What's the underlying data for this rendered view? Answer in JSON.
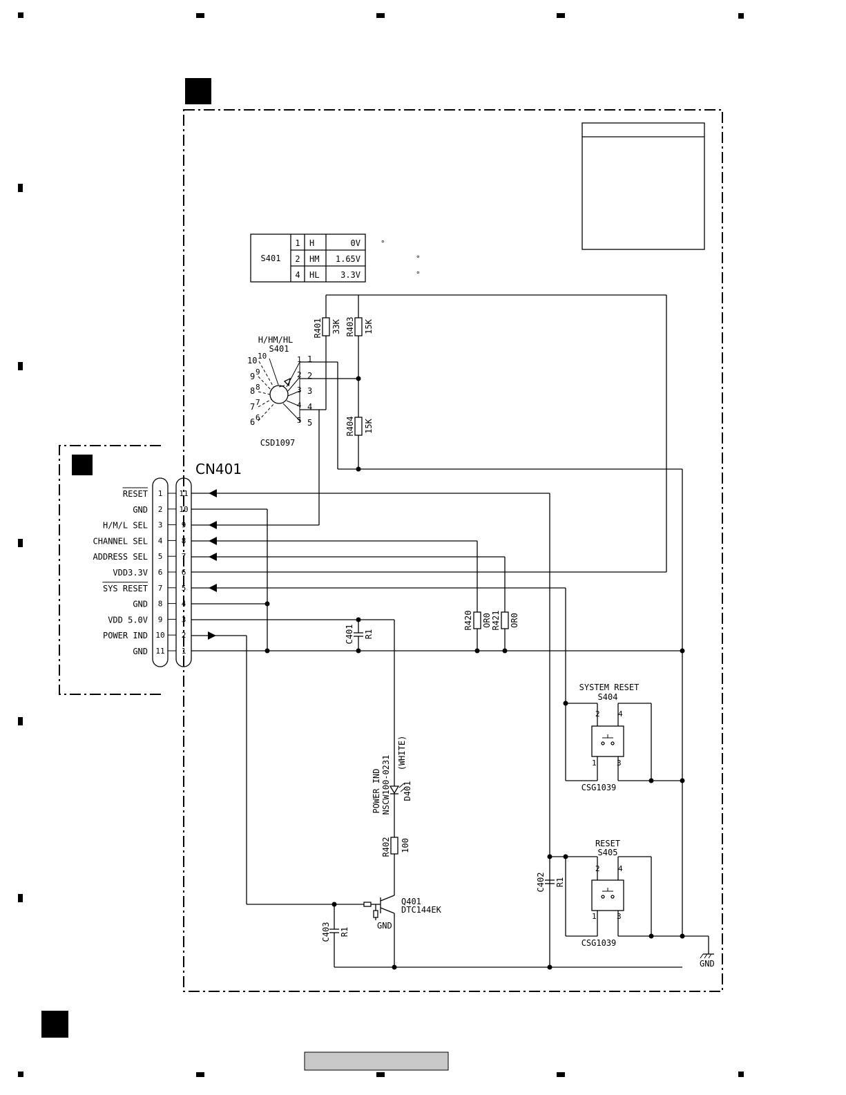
{
  "connector": {
    "name": "CN401",
    "pins": [
      {
        "left": "1",
        "right": "11",
        "label": "RESET",
        "overline": true
      },
      {
        "left": "2",
        "right": "10",
        "label": "GND",
        "overline": false
      },
      {
        "left": "3",
        "right": "9",
        "label": "H/M/L SEL",
        "overline": false
      },
      {
        "left": "4",
        "right": "8",
        "label": "CHANNEL SEL",
        "overline": false
      },
      {
        "left": "5",
        "right": "7",
        "label": "ADDRESS SEL",
        "overline": false
      },
      {
        "left": "6",
        "right": "6",
        "label": "VDD3.3V",
        "overline": false
      },
      {
        "left": "7",
        "right": "5",
        "label": "SYS RESET",
        "overline": true
      },
      {
        "left": "8",
        "right": "4",
        "label": "GND",
        "overline": false
      },
      {
        "left": "9",
        "right": "3",
        "label": "VDD 5.0V",
        "overline": false
      },
      {
        "left": "10",
        "right": "2",
        "label": "POWER IND",
        "overline": false
      },
      {
        "left": "11",
        "right": "1",
        "label": "GND",
        "overline": false
      }
    ]
  },
  "switch_table": {
    "name": "S401",
    "rows": [
      {
        "pos": "1",
        "mode": "H",
        "volt": "0V"
      },
      {
        "pos": "2",
        "mode": "HM",
        "volt": "1.65V"
      },
      {
        "pos": "4",
        "mode": "HL",
        "volt": "3.3V"
      }
    ],
    "marks": [
      "°",
      "°",
      "°"
    ]
  },
  "rotary_switch": {
    "title": "H/HM/HL",
    "ref": "S401",
    "part": "CSD1097",
    "left_pins": [
      "10",
      "9",
      "8",
      "7",
      "6"
    ],
    "left_pins_inner": [
      "10",
      "9",
      "8",
      "7",
      "6"
    ],
    "right_pins_inner": [
      "1",
      "2",
      "3",
      "4",
      "5"
    ],
    "right_pins": [
      "1",
      "2",
      "3",
      "4",
      "5"
    ]
  },
  "resistors": {
    "r401": {
      "ref": "R401",
      "value": "33K"
    },
    "r403": {
      "ref": "R403",
      "value": "15K"
    },
    "r404": {
      "ref": "R404",
      "value": "15K"
    },
    "r420": {
      "ref": "R420",
      "value": "OR0"
    },
    "r421": {
      "ref": "R421",
      "value": "OR0"
    },
    "r402": {
      "ref": "R402",
      "value": "100"
    }
  },
  "capacitors": {
    "c401": {
      "ref": "C401",
      "value": "R1"
    },
    "c402": {
      "ref": "C402",
      "value": "R1"
    },
    "c403": {
      "ref": "C403",
      "value": "R1"
    }
  },
  "led": {
    "name": "POWER IND",
    "part": "NSCW100-0231",
    "ref": "D401",
    "color": "(WHITE)"
  },
  "transistor": {
    "ref": "Q401",
    "part": "DTC144EK",
    "gnd": "GND"
  },
  "system_reset": {
    "title": "SYSTEM RESET",
    "ref": "S404",
    "part": "CSG1039",
    "pins": [
      "2",
      "4",
      "1",
      "3"
    ]
  },
  "reset_switch": {
    "title": "RESET",
    "ref": "S405",
    "part": "CSG1039",
    "pins": [
      "2",
      "4",
      "1",
      "3"
    ]
  },
  "ground_label": "GND",
  "colors": {
    "ink": "#000000",
    "footer_box": "#c8c8c8"
  }
}
